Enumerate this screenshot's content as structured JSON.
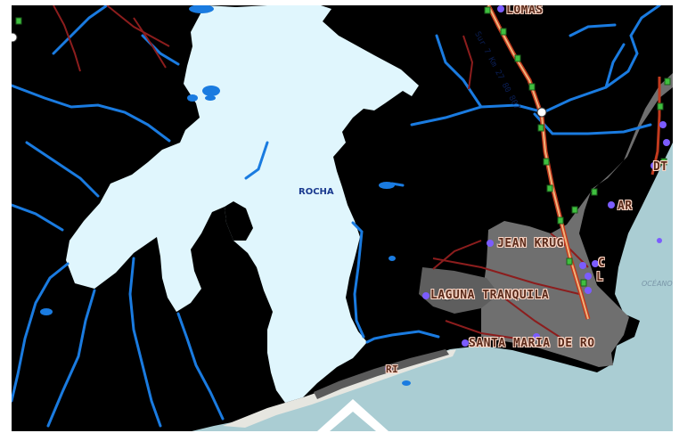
{
  "map": {
    "lagoon_label": "ROCHA",
    "ocean_label": "OCÉANO",
    "road_label": "Sur 7 Km 27 80 807",
    "places": {
      "lomas": "LOMAS",
      "jean_krug": "JEAN KRUG",
      "laguna_tranquila": "LAGUNA TRANQUILA",
      "santa_maria": "SANTA MARIA DE RO",
      "dt": "DT",
      "ar": "AR",
      "c": "C",
      "l": "L",
      "r": "RI"
    },
    "colors": {
      "land": "#000000",
      "lagoon": "#e0f6fd",
      "ocean": "#aacdd3",
      "river": "#1a7be0",
      "urban": "#6f6f6f",
      "road": "#8c1d1d",
      "highway_outline": "#c23a1e",
      "highway_fill": "#f0b37a",
      "place_marker": "#7b5cff",
      "route_marker": "#3fbf3f",
      "beach": "#e6e6e0"
    },
    "compass_icon": "north-arrow-icon"
  }
}
